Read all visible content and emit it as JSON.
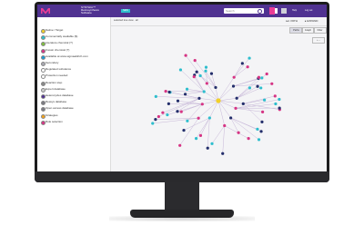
{
  "app": {
    "title": "SYNTHIA™\nRetrosynthesis\nSoftware",
    "badge": "NEW",
    "search_placeholder": "Search",
    "top_buttons": [
      "Help",
      "Log out"
    ]
  },
  "sidebar": {
    "legend": [
      {
        "label": "Native / Target",
        "color": "#f2d027"
      },
      {
        "label": "Commercially available ($)",
        "color": "#2dbecd"
      },
      {
        "label": "Literature chemical (?)",
        "color": "#7fbf3f"
      },
      {
        "label": "Known chemical (?)",
        "color": "#d63484"
      },
      {
        "label": "Available at www.sigmaaldrich.com",
        "color": "#1d9ad6"
      },
      {
        "label": "Secondary",
        "color": "#a8a8b0"
      },
      {
        "label": "Regulated substance",
        "color": "#ffffff"
      },
      {
        "label": "Protection needed",
        "color": "#ffffff"
      },
      {
        "label": "Reaction step",
        "color": "#888888"
      },
      {
        "label": "Expert database",
        "color": "#cccccc"
      },
      {
        "label": "Heterocycles database",
        "color": "#503291"
      },
      {
        "label": "Reaxys database",
        "color": "#7a7a82"
      },
      {
        "label": "Open access database",
        "color": "#7a7a82"
      },
      {
        "label": "Strategies",
        "color": "#f2a21c"
      },
      {
        "label": "Rule selection",
        "color": "#d63484"
      }
    ]
  },
  "graph": {
    "header_title": "selected tree view · all",
    "stats": [
      "sel. PATH",
      "▸ EXPAND"
    ],
    "tabs": [
      "Paths",
      "Graph",
      "Filter"
    ],
    "active_tab": "Graph",
    "zoom_label": "+ –",
    "node_colors": {
      "pink": "#d63484",
      "teal": "#2dbecd",
      "navy": "#232e6b",
      "yellow": "#f2d027"
    },
    "edge_color": "#c7b7d8"
  }
}
